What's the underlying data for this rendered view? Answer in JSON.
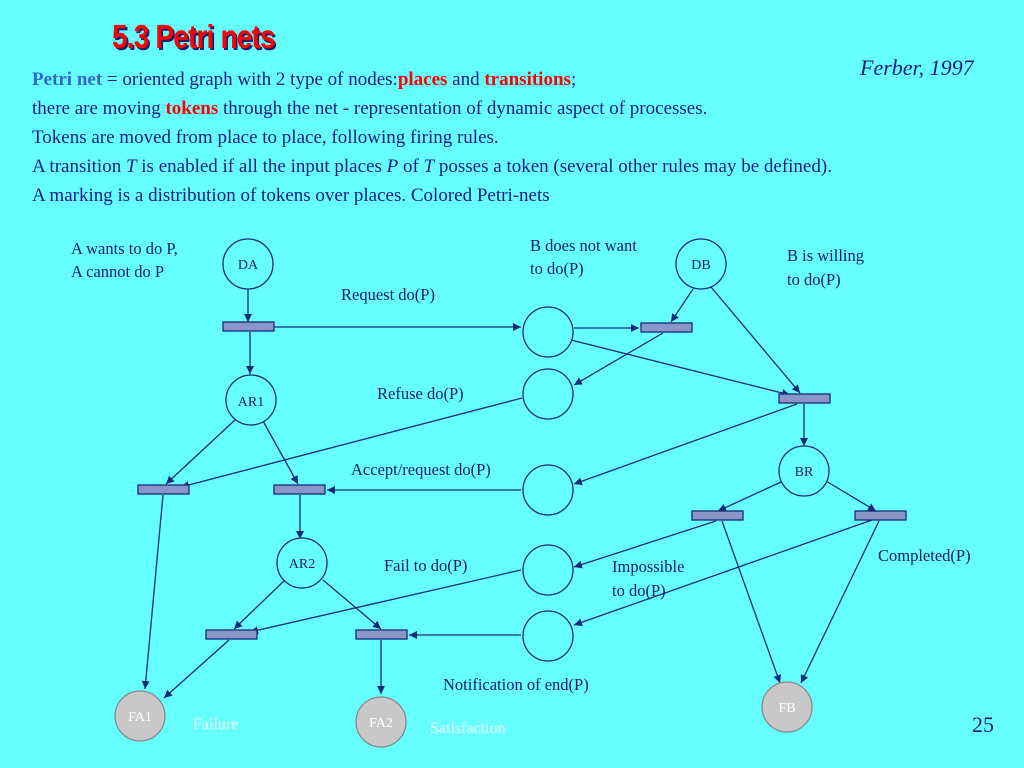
{
  "slide": {
    "title": "5.3 Petri nets",
    "citation": "Ferber, 1997",
    "page_number": "25"
  },
  "body": {
    "line1": {
      "term": "Petri net",
      "text_a": " = oriented graph with 2 type of nodes:",
      "places": "places",
      "text_b": " and ",
      "transitions": "transitions",
      "text_c": ";"
    },
    "line2": {
      "text_a": "there are moving ",
      "tokens": "tokens",
      "text_b": " through the net - representation of dynamic aspect of processes."
    },
    "line3": "Tokens are moved from place to place, following firing rules.",
    "line4": {
      "text_a": "A transition ",
      "T1": "T",
      "text_b": " is enabled if all the input places ",
      "P": "P",
      "text_c": " of ",
      "T2": "T",
      "text_d": " posses a token (several other rules may be defined)."
    },
    "line5": "A marking is a distribution of tokens over places. Colored Petri-nets"
  },
  "diagram": {
    "places": {
      "DA": "DA",
      "DB": "DB",
      "AR1": "AR1",
      "AR2": "AR2",
      "BR": "BR",
      "FA1": "FA1",
      "FA2": "FA2",
      "FB": "FB"
    },
    "labels": {
      "a_state_line1": "A wants to do P,",
      "a_state_line2": "A cannot do P",
      "b_not_line1": "B does not want",
      "b_not_line2": "to do(P)",
      "b_willing_line1": "B is willing",
      "b_willing_line2": "to do(P)",
      "request": "Request do(P)",
      "refuse": "Refuse do(P)",
      "accept": "Accept/request do(P)",
      "fail": "Fail to do(P)",
      "impossible_line1": "Impossible",
      "impossible_line2": "to do(P)",
      "completed": "Completed(P)",
      "notification": "Notification of end(P)",
      "failure": "Failure",
      "satisfaction": "Satisfaction"
    }
  },
  "colors": {
    "background": "#66ffff",
    "title_red": "#ff0000",
    "text_navy": "#1a1a8a",
    "keyword_blue": "#3366cc",
    "transition_fill": "#8a95c8",
    "final_place_fill": "#c8c8c8"
  }
}
